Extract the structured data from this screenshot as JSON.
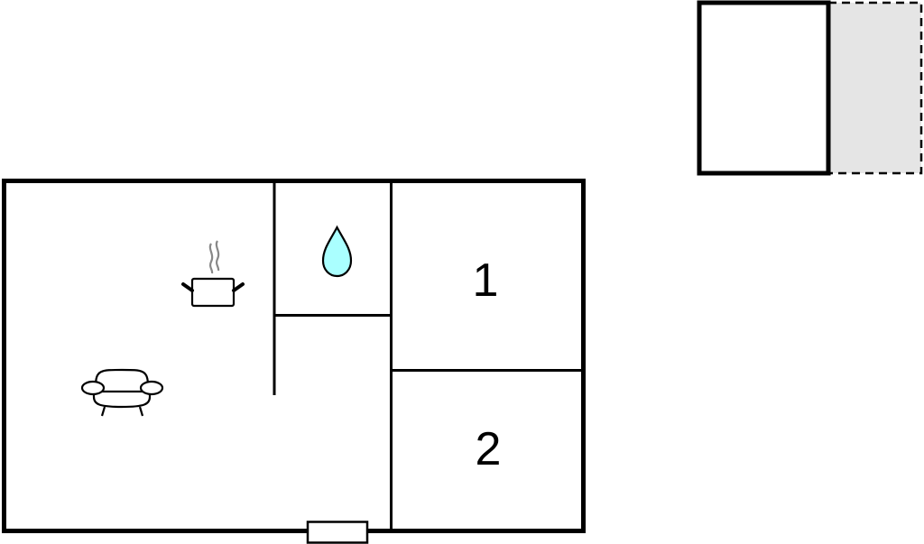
{
  "floorplan": {
    "colors": {
      "wall": "#000000",
      "background": "#ffffff",
      "water": "#aaffff",
      "steam": "#888888",
      "annex_fill": "#e5e5e5"
    },
    "rooms": [
      {
        "id": "living-kitchen",
        "icons": [
          "kitchen-pot-icon",
          "sofa-icon"
        ]
      },
      {
        "id": "bathroom",
        "icons": [
          "water-drop-icon"
        ]
      },
      {
        "id": "hallway",
        "icons": []
      },
      {
        "id": "bedroom-1",
        "label": "1"
      },
      {
        "id": "bedroom-2",
        "label": "2"
      }
    ],
    "annex": {
      "solid_building": "outbuilding",
      "dashed_area": "terrace"
    },
    "entrance": "front-door"
  }
}
